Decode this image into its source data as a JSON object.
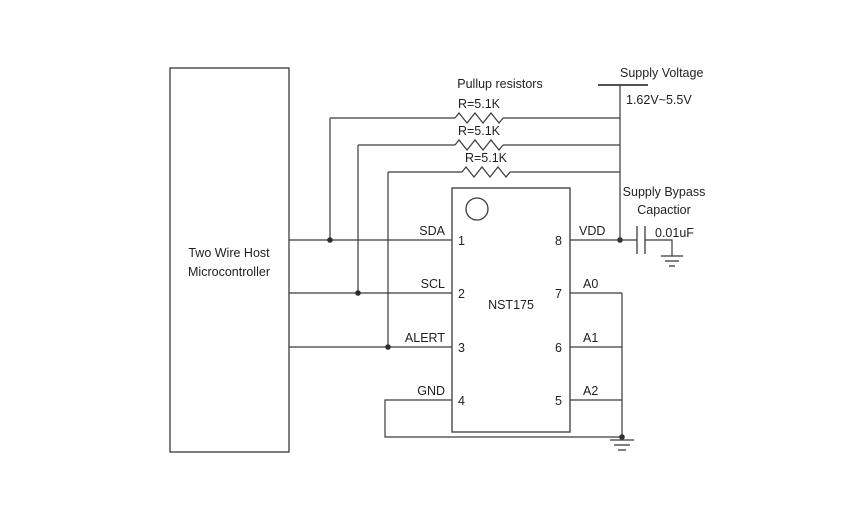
{
  "microcontroller": {
    "line1": "Two Wire Host",
    "line2": "Microcontroller"
  },
  "chip": {
    "name": "NST175",
    "left_pins": [
      {
        "num": "1",
        "label": "SDA"
      },
      {
        "num": "2",
        "label": "SCL"
      },
      {
        "num": "3",
        "label": "ALERT"
      },
      {
        "num": "4",
        "label": "GND"
      }
    ],
    "right_pins": [
      {
        "num": "8",
        "label": "VDD"
      },
      {
        "num": "7",
        "label": "A0"
      },
      {
        "num": "6",
        "label": "A1"
      },
      {
        "num": "5",
        "label": "A2"
      }
    ]
  },
  "pullups": {
    "heading": "Pullup resistors",
    "values": [
      "R=5.1K",
      "R=5.1K",
      "R=5.1K"
    ]
  },
  "supply": {
    "label": "Supply Voltage",
    "range": "1.62V~5.5V"
  },
  "bypass": {
    "label1": "Supply Bypass",
    "label2": "Capactior",
    "value": "0.01uF"
  },
  "colors": {
    "line": "#3a3a3a",
    "text": "#1f1f1f",
    "background": "#ffffff"
  }
}
